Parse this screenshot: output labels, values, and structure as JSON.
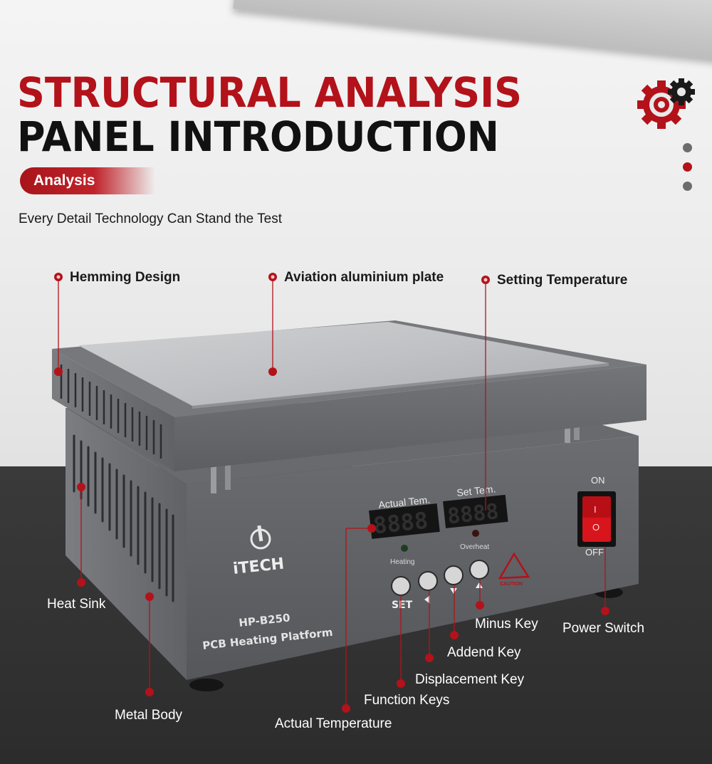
{
  "header": {
    "title_line1": "STRUCTURAL ANALYSIS",
    "title_line2": "PANEL INTRODUCTION",
    "badge": "Analysis",
    "subtitle": "Every Detail Technology Can Stand the Test"
  },
  "icons": {
    "corner_icon": "gear-icon",
    "pagination": [
      "dot-inactive",
      "dot-active",
      "dot-inactive"
    ]
  },
  "product": {
    "brand": "iTECH",
    "model": "HP-B250",
    "name": "PCB Heating Platform",
    "display_actual_label": "Actual Tem.",
    "display_set_label": "Set Tem.",
    "display_actual_value": "8888",
    "display_set_value": "8888",
    "indicator_heating": "Heating",
    "indicator_overheat": "Overheat",
    "set_key": "SET",
    "switch_on": "ON",
    "switch_off": "OFF",
    "switch_mark_on": "I",
    "switch_mark_off": "O",
    "caution": "CAUTION"
  },
  "callouts": {
    "hemming_design": "Hemming Design",
    "aviation_plate": "Aviation aluminium plate",
    "setting_temperature": "Setting Temperature",
    "heat_sink": "Heat Sink",
    "metal_body": "Metal Body",
    "actual_temperature": "Actual Temperature",
    "function_keys": "Function Keys",
    "displacement_key": "Displacement Key",
    "addend_key": "Addend Key",
    "minus_key": "Minus Key",
    "power_switch": "Power Switch"
  },
  "colors": {
    "accent": "#b3121a",
    "title_dark": "#111111",
    "body_gray": "#5c5e62",
    "floor": "#2e2e2e"
  }
}
